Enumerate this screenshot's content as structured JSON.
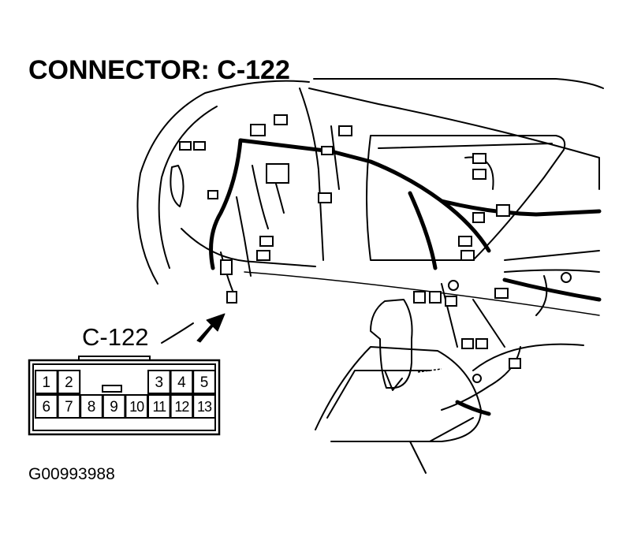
{
  "title": "CONNECTOR: C-122",
  "callout_label": "C-122",
  "figure_id": "G00993988",
  "connector": {
    "top_row_pins": [
      "1",
      "2",
      "3",
      "4",
      "5"
    ],
    "bottom_row_pins": [
      "6",
      "7",
      "8",
      "9",
      "10",
      "11",
      "12",
      "13"
    ]
  }
}
